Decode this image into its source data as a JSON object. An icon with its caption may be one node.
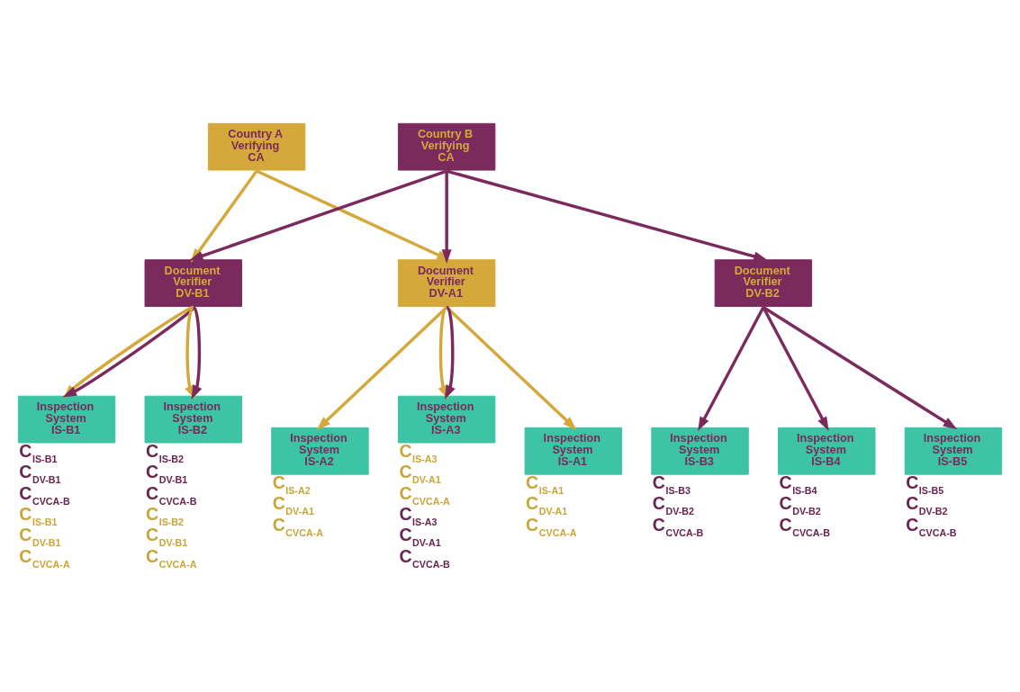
{
  "diagram": {
    "nodes": [
      {
        "text": [
          "Country A Verifying CA"
        ]
      },
      {
        "text": [
          "Country B Verifying CA"
        ]
      },
      {
        "text": [
          "Document Verifier DV-A1"
        ]
      },
      {
        "text": [
          "Document Verifier DV-B1"
        ]
      },
      {
        "text": [
          "Document Verifier DV-B2"
        ]
      },
      {
        "text": [
          "Inspection System IS-A1"
        ],
        "beside": [
          "C$_{IS-A1}$",
          "C$_{DV-A1}$",
          "C$_{CVCA-A}$"
        ]
      },
      {
        "text": [
          "Inspection System IS-A2"
        ],
        "beside": [
          "C$_{IS-A2}$",
          "C$_{DV-A1}$",
          "C$_{CVCA-A}$"
        ]
      },
      {
        "text": [
          "Inspection System IS-A3"
        ],
        "beside": [
          "C$_{IS-A3}$",
          "C$_{DV-A1}$",
          "C$_{CVCA-A}$",
          "C$_{IS-A3}$",
          "C$_{DV-A1}$",
          "C$_{CVCA-B}$"
        ]
      },
      {
        "text": [
          "Inspection System IS-B1"
        ],
        "beside": [
          "C$_{IS-B1}$",
          "C$_{DV-B1}$",
          "C$_{CVCA-B}$",
          "C$_{IS-B1}$",
          "C$_{DV-B1}$",
          "C$_{CVCA-A}$"
        ]
      },
      {
        "text": [
          "Inspection System IS-B2"
        ],
        "beside": [
          "C$_{IS-B2}$",
          "C$_{DV-B1}$",
          "C$_{CVCA-B}$",
          "C$_{IS-B2}$",
          "C$_{DV-B1}$",
          "C$_{CVCA-A}$"
        ]
      },
      {
        "text": [
          "Inspection System IS-B3"
        ],
        "beside": [
          "C$_{IS-B3}$",
          "C$_{DV-B2}$",
          "C$_{CVCA-B}$"
        ]
      },
      {
        "text": [
          "Inspection System IS-B4"
        ],
        "beside": [
          "C$_{IS-B4}$",
          "C$_{DV-B2}$",
          "C$_{CVCA-B}$"
        ]
      },
      {
        "text": [
          "Inspection System IS-B5"
        ],
        "beside": [
          "C$_{IS-B5}$",
          "C$_{DV-B2}$",
          "C$_{CVCA-B}$"
        ]
      }
    ],
    "edges": [
      {
        "from": 0,
        "to": 2,
        "arrow": "to",
        "color": "#d4a83a"
      },
      {
        "from": 0,
        "to": 3,
        "arrow": "to",
        "color": "#d4a83a"
      },
      {
        "from": 1,
        "to": 2,
        "arrow": "to"
      },
      {
        "from": 1,
        "to": 3,
        "arrow": "to"
      },
      {
        "from": 1,
        "to": 4,
        "arrow": "to"
      },
      {
        "from": 2,
        "to": 5,
        "arrow": "to",
        "color": "#d4a83a"
      },
      {
        "from": 2,
        "to": 6,
        "arrow": "to",
        "color": "#d4a83a"
      },
      {
        "from": 2,
        "to": 7,
        "arrow": "to",
        "color": "#d4a83a"
      },
      {
        "from": 2,
        "to": 7,
        "arrow": "to"
      },
      {
        "from": 3,
        "to": 8,
        "arrow": "to",
        "color": "#d4a83a"
      },
      {
        "from": 3,
        "to": 8,
        "arrow": "to"
      },
      {
        "from": 3,
        "to": 9,
        "arrow": "to",
        "color": "#d4a83a"
      },
      {
        "from": 3,
        "to": 9,
        "arrow": "to"
      },
      {
        "from": 4,
        "to": 10,
        "arrow": "to"
      },
      {
        "from": 4,
        "to": 11,
        "arrow": "to"
      },
      {
        "from": 4,
        "to": 12,
        "arrow": "to"
      }
    ]
  }
}
